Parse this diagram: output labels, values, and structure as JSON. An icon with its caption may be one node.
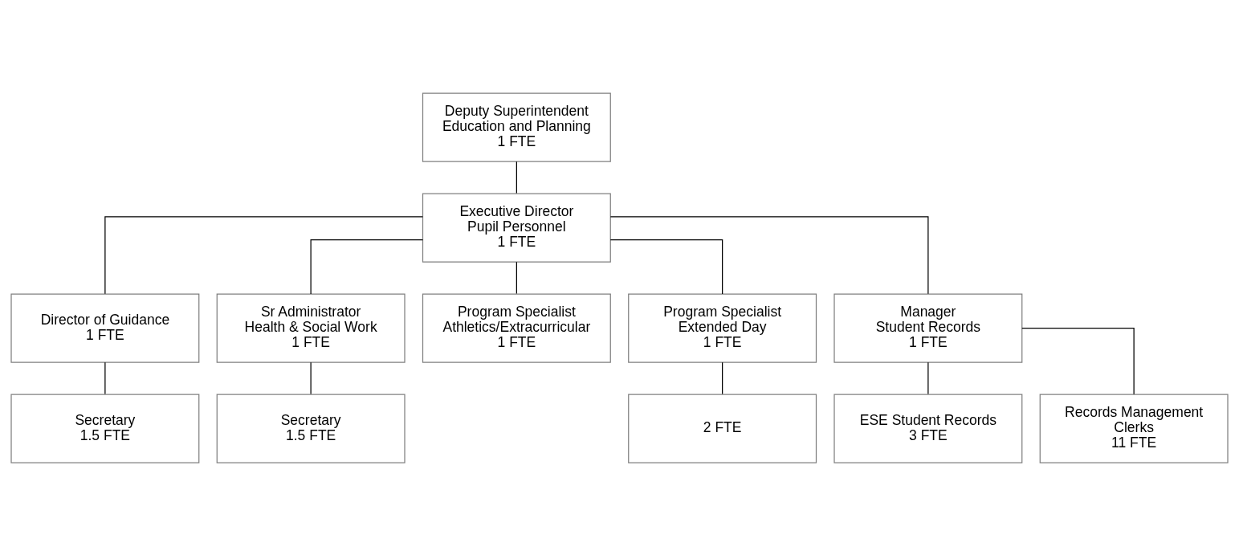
{
  "diagram": {
    "nodes": [
      {
        "text": [
          "Deputy Superintendent",
          "Education and Planning",
          "1 FTE"
        ]
      },
      {
        "text": [
          "Executive Director",
          "Pupil Personnel",
          "1 FTE"
        ]
      },
      {
        "text": [
          "Director of Guidance",
          "1 FTE"
        ]
      },
      {
        "text": [
          "Sr Administrator",
          "Health & Social Work",
          "1 FTE"
        ]
      },
      {
        "text": [
          "Program Specialist",
          "Athletics/Extracurricular",
          "1 FTE"
        ]
      },
      {
        "text": [
          "Program Specialist",
          "Extended Day",
          "1 FTE"
        ]
      },
      {
        "text": [
          "Manager",
          "Student Records",
          "1 FTE"
        ]
      },
      {
        "text": [
          "Secretary",
          "1.5 FTE"
        ]
      },
      {
        "text": [
          "Secretary",
          "1.5 FTE"
        ]
      },
      {
        "text": [
          "2 FTE"
        ]
      },
      {
        "text": [
          "ESE Student Records",
          "3 FTE"
        ]
      },
      {
        "text": [
          "Records Management",
          "Clerks",
          "11 FTE"
        ]
      }
    ],
    "edges": [
      {
        "from": 0,
        "to": 1,
        "arrow": "none"
      },
      {
        "from": 1,
        "to": 2,
        "arrow": "none"
      },
      {
        "from": 1,
        "to": 3,
        "arrow": "none"
      },
      {
        "from": 1,
        "to": 4,
        "arrow": "none"
      },
      {
        "from": 1,
        "to": 5,
        "arrow": "none"
      },
      {
        "from": 1,
        "to": 6,
        "arrow": "none"
      },
      {
        "from": 2,
        "to": 7,
        "arrow": "none"
      },
      {
        "from": 3,
        "to": 8,
        "arrow": "none"
      },
      {
        "from": 5,
        "to": 9,
        "arrow": "none"
      },
      {
        "from": 6,
        "to": 10,
        "arrow": "none"
      },
      {
        "from": 6,
        "to": 11,
        "arrow": "none"
      }
    ]
  }
}
